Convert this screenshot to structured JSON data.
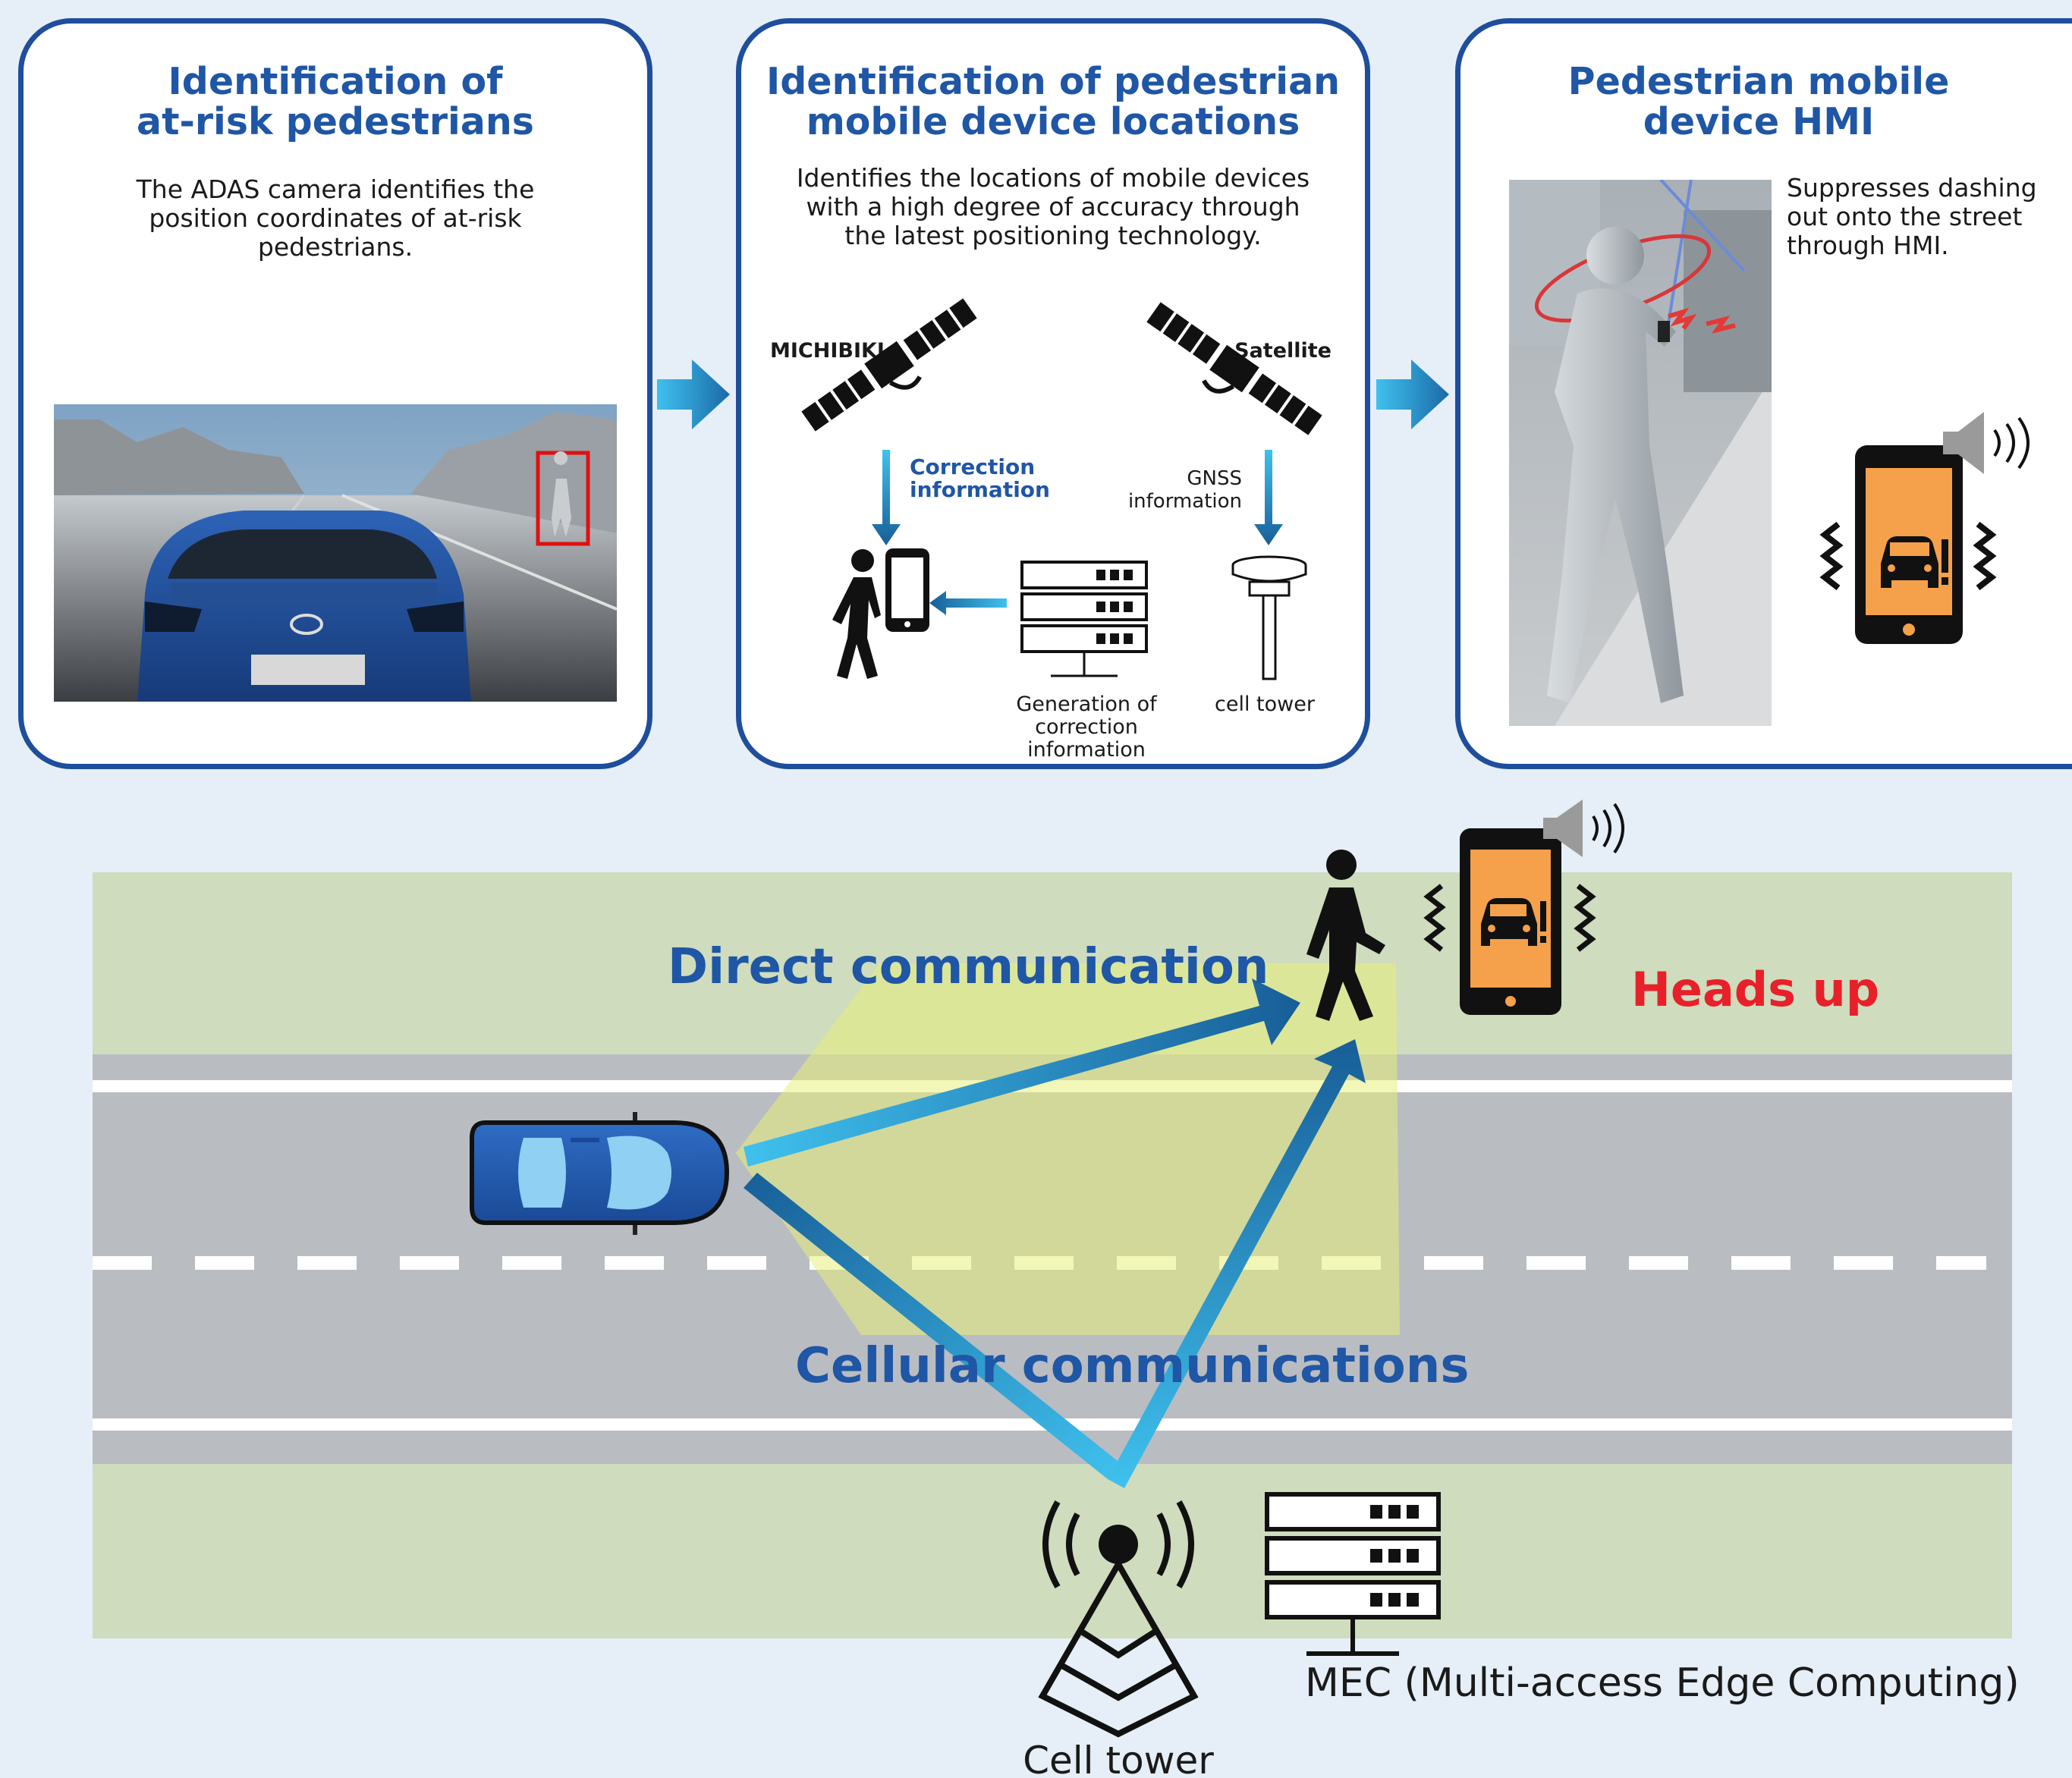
{
  "panels": [
    {
      "title_line1": "Identification of",
      "title_line2": "at-risk pedestrians",
      "desc_lines": [
        "The ADAS camera identifies the",
        "position coordinates of at-risk",
        "pedestrians."
      ]
    },
    {
      "title_line1": "Identification of pedestrian",
      "title_line2": "mobile device locations",
      "desc_lines": [
        "Identifies the locations of mobile devices",
        "with a high degree of accuracy through",
        "the latest positioning technology."
      ],
      "labels": {
        "michibiki": "MICHIBIKI",
        "satellite": "Satellite",
        "correction_line1": "Correction",
        "correction_line2": "information",
        "gnss_line1": "GNSS",
        "gnss_line2": "information",
        "generation_line1": "Generation of",
        "generation_line2": "correction",
        "generation_line3": "information",
        "cell_tower": "cell tower"
      }
    },
    {
      "title_line1": "Pedestrian mobile",
      "title_line2": "device HMI",
      "desc_lines": [
        "Suppresses dashing",
        "out onto the street",
        "through HMI."
      ]
    }
  ],
  "scene": {
    "direct": "Direct communication",
    "cellular": "Cellular communications",
    "heads_up": "Heads up",
    "cell_tower": "Cell tower",
    "mec": "MEC (Multi-access Edge Computing)"
  },
  "icons": {
    "flow": "chevron-arrow-icon",
    "satellite": "satellite-icon",
    "pedestrian": "walking-pedestrian-icon",
    "phone": "smartphone-alert-icon",
    "server": "server-rack-icon",
    "antenna": "gnss-antenna-icon",
    "speaker": "speaker-icon",
    "tower": "cell-tower-icon",
    "car": "car-icon"
  },
  "colors": {
    "panel_border": "#1e4e9c",
    "title": "#1f56a5",
    "heads_up": "#e8202a",
    "phone_screen": "#f5a04a",
    "arrow_light": "#3fc1ee",
    "arrow_dark": "#185e98",
    "sidewalk": "#cfdcbd",
    "road": "#b9bdc1"
  }
}
